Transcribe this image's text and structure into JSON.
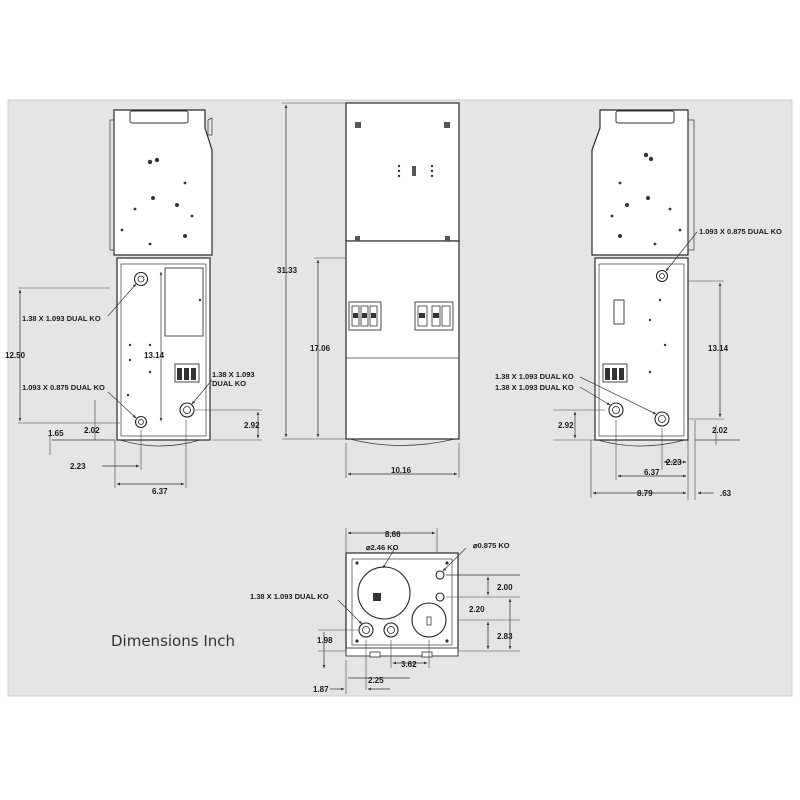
{
  "caption": "Dimensions Inch",
  "colors": {
    "background": "#e5e5e5",
    "paper": "#ffffff",
    "line": "#2a2a2a"
  },
  "left_view": {
    "ko_top_label": "1.38 X 1.093 DUAL KO",
    "ko_small_label": "1.093 X 0.875 DUAL KO",
    "ko_right_label_1": "1.38 X 1.093",
    "ko_right_label_2": "DUAL KO",
    "dim_12_50": "12.50",
    "dim_13_14": "13.14",
    "dim_1_65": "1.65",
    "dim_2_02": "2.02",
    "dim_2_92": "2.92",
    "dim_2_23": "2.23",
    "dim_6_37": "6.37"
  },
  "front_view": {
    "dim_31_33": "31.33",
    "dim_17_06": "17.06",
    "dim_10_16": "10.16"
  },
  "right_view": {
    "ko_top_label": "1.093 X 0.875 DUAL KO",
    "ko_label_1": "1.38 X 1.093 DUAL KO",
    "ko_label_2": "1.38 X 1.093 DUAL KO",
    "dim_13_14": "13.14",
    "dim_2_92": "2.92",
    "dim_2_02": "2.02",
    "dim_2_23": "2.23",
    "dim_6_37": "6.37",
    "dim_8_79": "8.79",
    "dim_0_63": ".63"
  },
  "bottom_view": {
    "dim_8_66": "8.66",
    "dia_2_46": "⌀2.46 KO",
    "dia_0_875": "⌀0.875 KO",
    "ko_label": "1.38  X 1.093 DUAL KO",
    "dim_2_00": "2.00",
    "dim_2_20": "2.20",
    "dim_2_83": "2.83",
    "dim_1_98": "1.98",
    "dim_3_62": "3.62",
    "dim_2_25": "2.25",
    "dim_1_87": "1.87"
  }
}
